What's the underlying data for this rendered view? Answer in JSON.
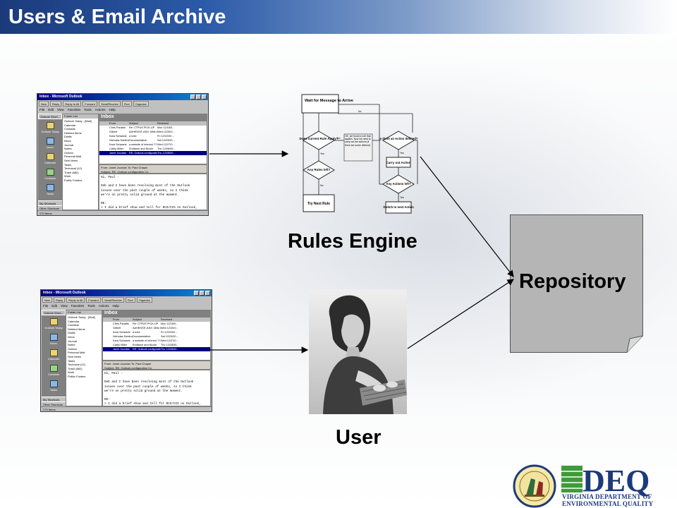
{
  "slide": {
    "title": "Users & Email Archive"
  },
  "labels": {
    "rules_engine": "Rules Engine",
    "user": "User",
    "repository": "Repository"
  },
  "outlook_window": {
    "title": "Inbox - Microsoft Outlook",
    "toolbar": [
      "New",
      "Reply",
      "Reply to All",
      "Forward",
      "Send/Receive",
      "Find",
      "Organize"
    ],
    "menu": [
      "File",
      "Edit",
      "View",
      "Favorites",
      "Tools",
      "Actions",
      "Help"
    ],
    "shortcuts_header": "Outlook Short...",
    "shortcuts": [
      "Outlook Today",
      "Inbox",
      "Calendar",
      "Contacts",
      "Tasks"
    ],
    "shortcut_groups": [
      "My Shortcuts",
      "Other Shortcuts"
    ],
    "folder_list_header": "Folder List",
    "folders": [
      "Outlook Today - [Mail]",
      "Calendar",
      "Contacts",
      "Deleted Items",
      "Drafts",
      "Inbox",
      "Journal",
      "Notes",
      "Outbox",
      "Personal Mail",
      "Sent Items",
      "Tasks",
      "Technical (12)",
      "Trash (882)",
      "Work",
      "Public Folders"
    ],
    "inbox_label": "Inbox",
    "columns": [
      "From",
      "Subject",
      "Received"
    ],
    "messages": [
      {
        "from": "Chris Paradis",
        "subject": "Re: CTPUS PICK-UP",
        "received": "Mon 12/18/0..."
      },
      {
        "from": "Gilbert",
        "subject": "AAHENSIT-ANX: Mills to Present...",
        "received": "Wed 12/20/0..."
      },
      {
        "from": "Kara Schwartz",
        "subject": "a note",
        "received": "Fri 12/22/00 ..."
      },
      {
        "from": "Nicholas Dahlman",
        "subject": "Documentation",
        "received": "Sat 12/23/00..."
      },
      {
        "from": "Kara Schwartz",
        "subject": "a website of interest ???",
        "received": "Wed 12/27/0..."
      },
      {
        "from": "Cathy Miller",
        "subject": "Endfame and Nicole",
        "received": "Thu 12/28/00..."
      },
      {
        "from": "Janet Jourdan",
        "subject": "RE: Outlook configuration",
        "received": "Thu 12/28/00..."
      }
    ],
    "preview_from_label": "From:",
    "preview_from": "Janet Jourdan",
    "preview_to_label": "To:",
    "preview_to": "Paul Chapin",
    "preview_subject_label": "Subject:",
    "preview_subject": "RE: Outlook configuration",
    "preview_cc_label": "Cc:",
    "preview_body": "Hi, Paul -\n\nDeb and I have been resolving most of the Outlook\nissues over the past couple of weeks, so I think\nwe're on pretty solid ground at the moment.\n\nRE:\n> I did a brief show and tell for DCS/CCS on Outlook,\nincluding\n> the obligatory six slide Powerpoint intro.\n> [JMJ:] Yes, I'd definitely like to see the",
    "status": "270 Items"
  },
  "flowchart": {
    "start": "Wait for Message to Arrive",
    "decision_rule": "Does current Rule Apply?",
    "decision_more_rules": "Any Rules left?",
    "action_next_rule": "Try Next Rule",
    "decision_action": "Is there an Action defined?",
    "action_carry": "Carry out Action",
    "decision_more_actions": "Any Actions left?",
    "action_switch": "Switch to next Action",
    "yes": "Yes",
    "no": "No",
    "callout": "OK, we found a rule that applies. Now we need to carry out the actions (if there are some defined)"
  },
  "logos": {
    "seal_name": "Commonwealth of Virginia seal",
    "deq_mark": "DEQ",
    "deq_line1": "VIRGINIA DEPARTMENT OF",
    "deq_line2": "ENVIRONMENTAL QUALITY"
  },
  "colors": {
    "title_bar_dark": "#1b3a7a",
    "repo_fill": "#b5b5b5",
    "deq_blue": "#1c3a7c",
    "deq_green": "#3f9a3a"
  }
}
